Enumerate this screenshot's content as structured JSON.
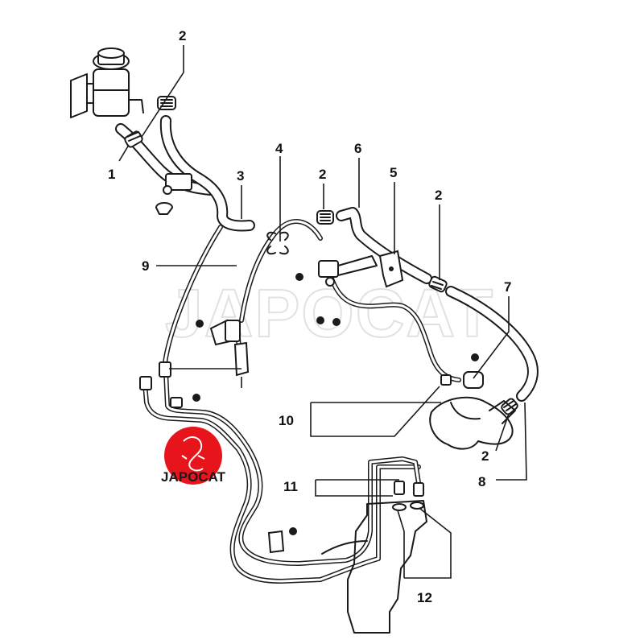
{
  "callouts": {
    "c1": "1",
    "c2a": "2",
    "c2b": "2",
    "c2c": "2",
    "c2d": "2",
    "c3": "3",
    "c4": "4",
    "c5": "5",
    "c6": "6",
    "c7": "7",
    "c8": "8",
    "c9": "9",
    "c10": "10",
    "c11": "11",
    "c12": "12"
  },
  "watermark": "JAPOCAT",
  "logo": {
    "text": "JAPOCAT",
    "color": "#e8141b"
  },
  "colors": {
    "line": "#1a1a1a",
    "watermark": "#d8d8d8",
    "background": "#ffffff"
  }
}
